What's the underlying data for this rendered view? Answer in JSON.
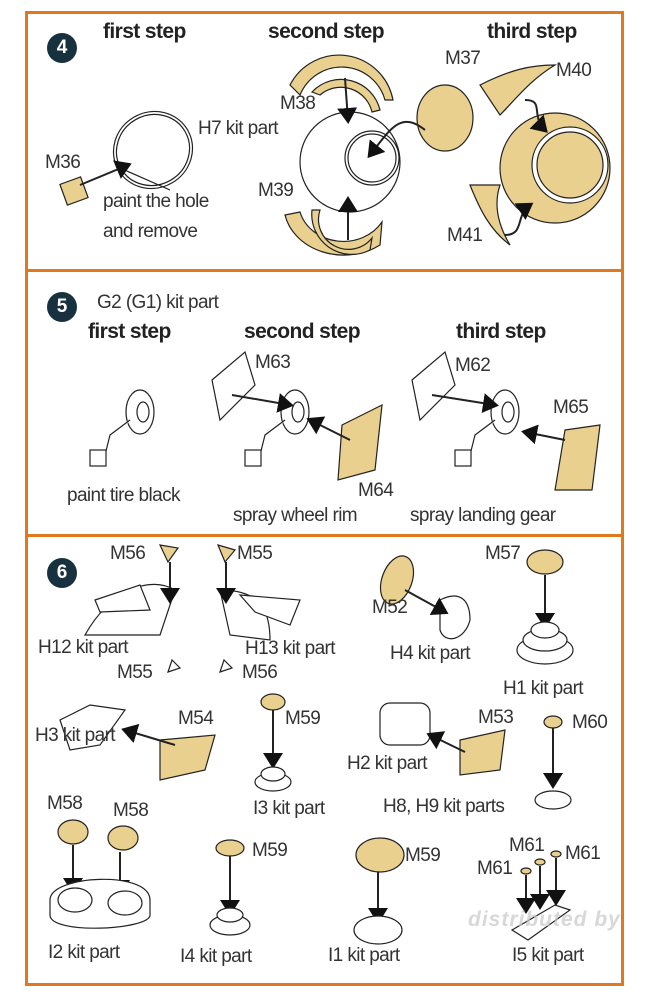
{
  "colors": {
    "border": "#e0791e",
    "part": "#ead08f",
    "badge": "#17313f"
  },
  "step4": {
    "number": "4",
    "headings": [
      "first step",
      "second step",
      "third step"
    ],
    "labels": {
      "m37": "M37",
      "m40": "M40",
      "m38": "M38",
      "h7": "H7 kit part",
      "m36": "M36",
      "m39": "M39",
      "paint1": "paint the hole",
      "paint2": "and remove",
      "m41": "M41"
    }
  },
  "step5": {
    "number": "5",
    "kit": "G2 (G1) kit part",
    "headings": [
      "first step",
      "second step",
      "third step"
    ],
    "labels": {
      "m63": "M63",
      "m62": "M62",
      "m65": "M65",
      "m64": "M64",
      "tire": "paint tire black",
      "rim": "spray wheel rim",
      "gear": "spray landing gear"
    }
  },
  "step6": {
    "number": "6",
    "labels": {
      "m56a": "M56",
      "m55a": "M55",
      "m57": "M57",
      "m52": "M52",
      "h12": "H12 kit part",
      "h13": "H13 kit part",
      "h4": "H4 kit part",
      "m55b": "M55",
      "m56b": "M56",
      "h1": "H1 kit part",
      "m54": "M54",
      "m59a": "M59",
      "m53": "M53",
      "m60": "M60",
      "h3": "H3 kit part",
      "h2": "H2 kit part",
      "i3": "I3 kit part",
      "h89": "H8, H9 kit parts",
      "m58a": "M58",
      "m58b": "M58",
      "m59b": "M59",
      "m59c": "M59",
      "m61a": "M61",
      "m61b": "M61",
      "m61c": "M61",
      "i2": "I2 kit part",
      "i4": "I4 kit part",
      "i1": "I1 kit part",
      "i5": "I5 kit part"
    }
  },
  "watermark": "distributed by"
}
